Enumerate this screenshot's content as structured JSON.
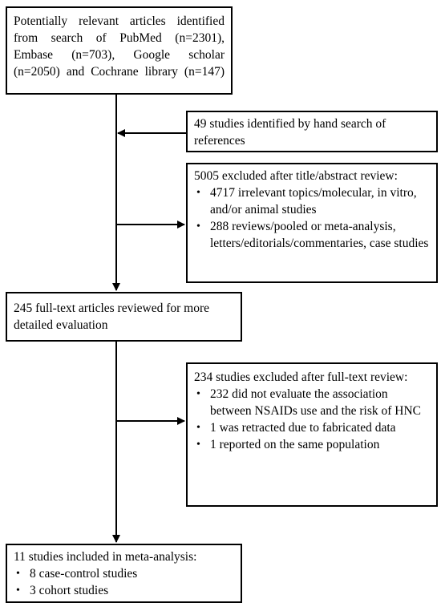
{
  "boxes": {
    "search": {
      "text": [
        "Potentially relevant articles identified",
        "from search of PubMed (n=2301),",
        "Embase (n=703), Google scholar",
        "(n=2050) and Cochrane library (n=147)"
      ]
    },
    "hand_search": {
      "text": "49 studies identified by hand search of references"
    },
    "title_excluded": {
      "heading": "5005 excluded after title/abstract review:",
      "items": [
        "4717 irrelevant topics/molecular, in vitro, and/or animal studies",
        "288 reviews/pooled or meta-analysis, letters/editorials/commentaries, case studies"
      ]
    },
    "fulltext_reviewed": {
      "text": "245 full-text articles reviewed for more detailed evaluation"
    },
    "fulltext_excluded": {
      "heading": "234 studies excluded after full-text review:",
      "items": [
        "232 did not evaluate the association between NSAIDs use and the risk of HNC",
        "1 was retracted due to fabricated data",
        "1 reported on the same population"
      ]
    },
    "included": {
      "heading": "11 studies included in meta-analysis:",
      "items": [
        "8 case-control studies",
        "3 cohort studies"
      ]
    }
  }
}
